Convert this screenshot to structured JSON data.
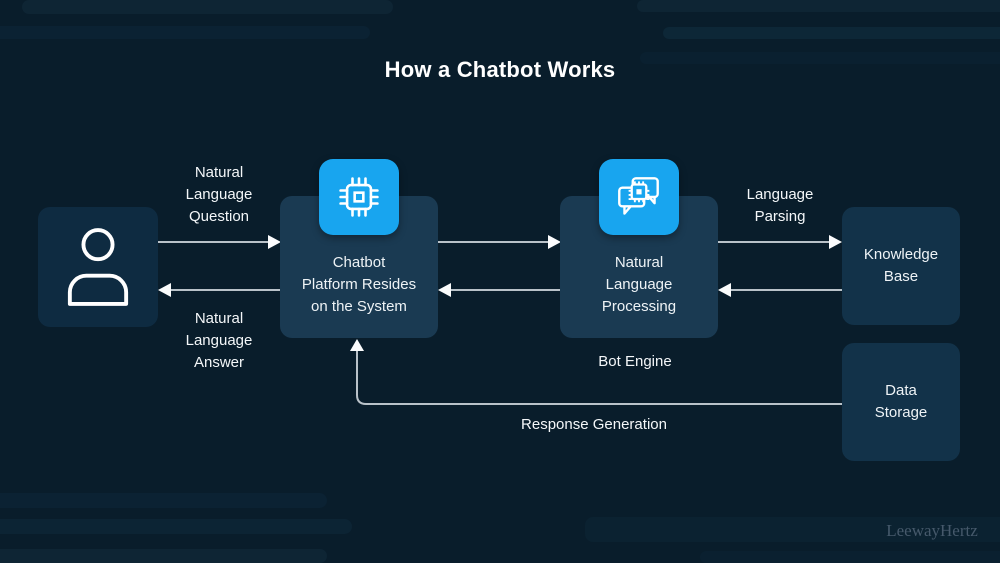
{
  "title": "How a Chatbot Works",
  "watermark": "LeewayHertz",
  "colors": {
    "background": "#091d2b",
    "stripe_light": "#0e2534",
    "stripe_blue": "#0b2233",
    "box_dark": "#0e2b41",
    "box_mid": "#123249",
    "box_light": "#1a3a52",
    "badge_blue": "#18a5ef",
    "line_gray": "#b9c2c9",
    "arrowhead_white": "#fbfcfd",
    "text_white": "#eef3f6",
    "watermark_gray": "#46596b"
  },
  "nodes": {
    "user": {
      "icon": "user-icon"
    },
    "platform": {
      "label": "Chatbot\nPlatform Resides\non the System",
      "icon": "cpu-chip-icon"
    },
    "nlp": {
      "label": "Natural\nLanguage\nProcessing",
      "icon": "chat-processing-icon"
    },
    "knowledge_base": {
      "label": "Knowledge\nBase"
    },
    "data_storage": {
      "label": "Data\nStorage"
    }
  },
  "edges": {
    "nl_question": "Natural\nLanguage\nQuestion",
    "nl_answer": "Natural\nLanguage\nAnswer",
    "language_parsing": "Language\nParsing",
    "bot_engine": "Bot Engine",
    "response_generation": "Response Generation"
  }
}
